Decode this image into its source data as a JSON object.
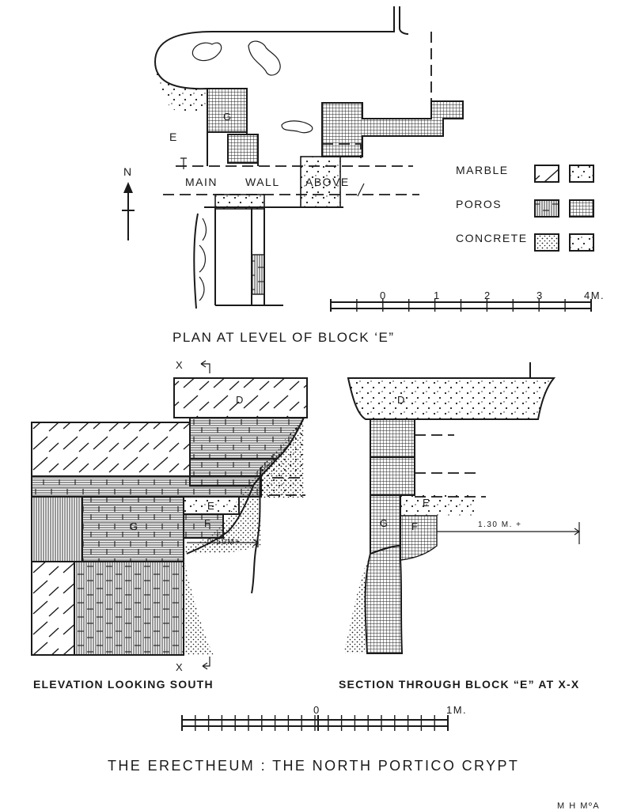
{
  "plan": {
    "title": "PLAN AT LEVEL OF BLOCK ‘E”",
    "north_label": "N",
    "block_label_e": "E",
    "block_label_g": "G",
    "wall_word_1": "MAIN",
    "wall_word_2": "WALL",
    "wall_word_3": "ABOVE"
  },
  "legend": {
    "marble": "MARBLE",
    "poros": "POROS",
    "concrete": "CONCRETE"
  },
  "plan_scale": {
    "ticks": [
      "0",
      "1",
      "2",
      "3",
      "4M."
    ]
  },
  "elevation": {
    "title": "ELEVATION LOOKING SOUTH",
    "section_mark_top": "X",
    "section_mark_bottom": "X",
    "label_d": "D",
    "label_e": "E",
    "label_f": "F",
    "label_g": "G",
    "dimension": "0.50M+"
  },
  "section": {
    "title": "SECTION THROUGH BLOCK “E” AT X-X",
    "label_d": "D",
    "label_e": "E",
    "label_f": "F",
    "label_g": "G",
    "dimension": "1.30 M. +"
  },
  "detail_scale": {
    "ticks": [
      "0",
      "1M."
    ]
  },
  "sheet": {
    "title": "THE ERECTHEUM : THE NORTH PORTICO CRYPT",
    "credit": "M H MºA"
  }
}
